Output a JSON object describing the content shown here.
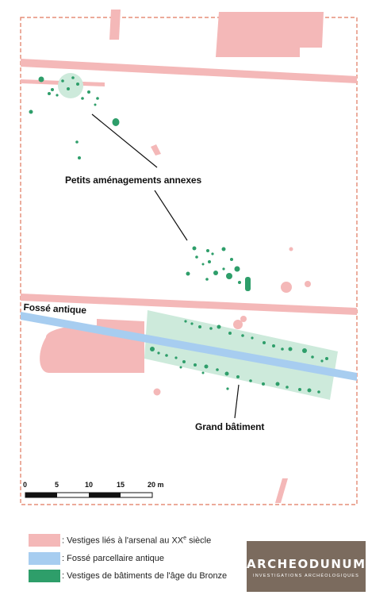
{
  "map": {
    "labels": {
      "annexes": "Petits aménagements annexes",
      "ditch": "Fossé antique",
      "building": "Grand bâtiment"
    },
    "scale": {
      "ticks": [
        "0",
        "5",
        "10",
        "15",
        "20 m"
      ]
    }
  },
  "legend": {
    "items": [
      {
        "key": "arsenal",
        "text": ": Vestiges liés à l'arsenal au XX",
        "suffix": "e",
        "tail": " siècle",
        "color": "#f4b8b8"
      },
      {
        "key": "ditch",
        "text": ": Fossé parcellaire antique",
        "suffix": "",
        "tail": "",
        "color": "#a7cdf0"
      },
      {
        "key": "bronze",
        "text": ": Vestiges de bâtiments de l'âge du Bronze",
        "suffix": "",
        "tail": "",
        "color": "#2e9e6a"
      }
    ]
  },
  "logo": {
    "title": "ARCHEODUNUM",
    "subtitle": "INVESTIGATIONS ARCHÉOLOGIQUES"
  },
  "colors": {
    "arsenal": "#f4b8b8",
    "ditch": "#a7cdf0",
    "bronze": "#2e9e6a",
    "bronze_zone": "#cdeadb",
    "boundary": "#e0775e"
  }
}
